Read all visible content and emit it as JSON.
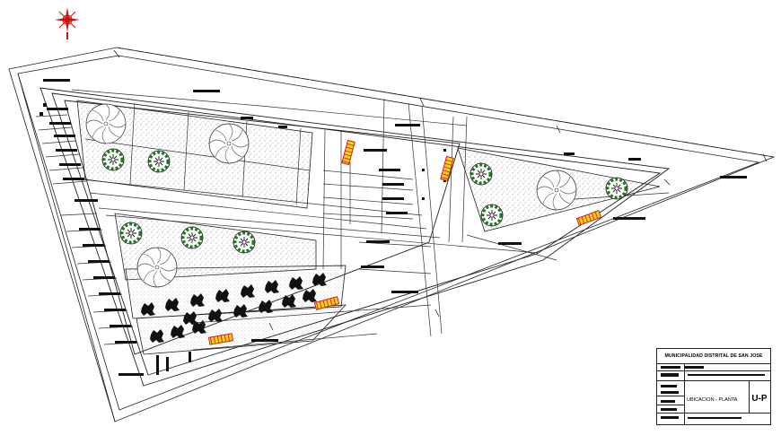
{
  "title_block": {
    "organization": "MUNICIPALIDAD DISTRITAL DE SAN JOSE",
    "sheet_title": "UBICACION - PLANTA",
    "sheet_code": "U-P"
  },
  "colors": {
    "north_arrow": "#cc1111",
    "tree_green": "#1f7a1f",
    "bench_red": "#d42020",
    "bench_yellow": "#f2d21b",
    "linework": "#222222",
    "hatch": "#555555"
  },
  "icons": [
    "north-arrow-icon",
    "tree-icon",
    "palm-canopy-icon",
    "shrub-icon",
    "bench-icon"
  ]
}
